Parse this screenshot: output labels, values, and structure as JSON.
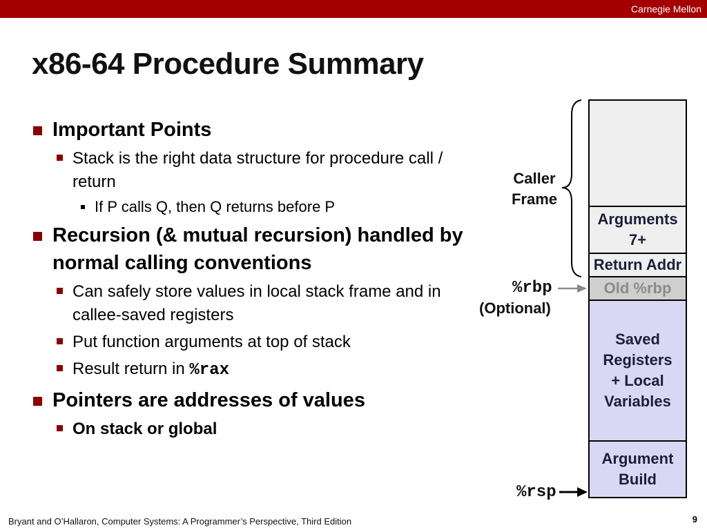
{
  "header": {
    "org": "Carnegie Mellon"
  },
  "title": "x86-64 Procedure Summary",
  "bullets": {
    "important": "Important Points",
    "stack_right": "Stack is the right data structure for procedure call / return",
    "p_calls_q": "If P calls Q, then Q returns before P",
    "recursion": "Recursion (& mutual recursion) handled by normal calling conventions",
    "store_values": "Can safely store values in local stack frame and in callee-saved registers",
    "put_args": "Put function arguments at top of stack",
    "result_prefix": "Result return in ",
    "result_reg": "%rax",
    "pointers": "Pointers are addresses of values",
    "on_stack": "On stack or global"
  },
  "diagram": {
    "caller_frame": "Caller Frame",
    "arguments": "Arguments 7+",
    "return_addr": "Return Addr",
    "old_rbp": "Old %rbp",
    "saved": "Saved Registers + Local Variables",
    "arg_build": "Argument Build",
    "rbp": "%rbp",
    "optional": "(Optional)",
    "rsp": "%rsp"
  },
  "footer": {
    "citation": "Bryant and O’Hallaron, Computer Systems: A Programmer’s Perspective, Third Edition",
    "page": "9"
  },
  "colors": {
    "brand": "#a50000",
    "bullet": "#8a0000",
    "frame_fill": "#d8d8f4",
    "cell_fill": "#efefef",
    "old_rbp_fill": "#cfcfcf"
  }
}
